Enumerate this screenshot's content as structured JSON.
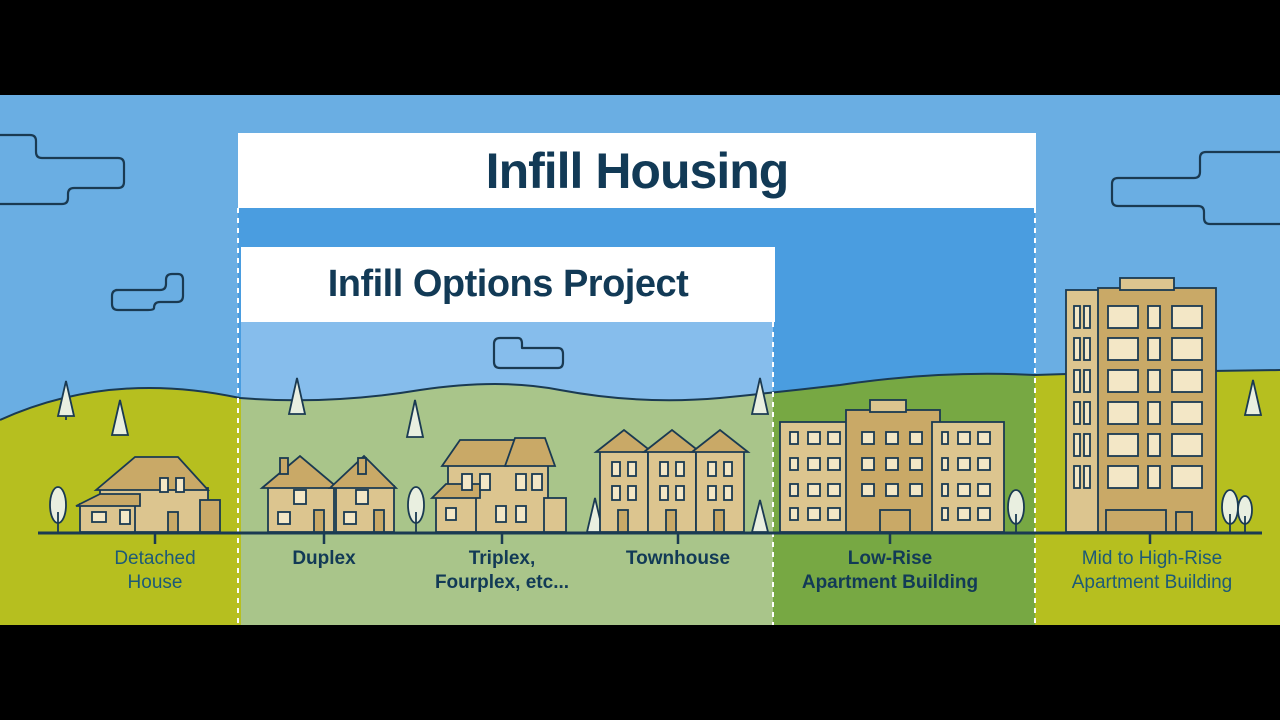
{
  "banner": {
    "main_title": "Infill Housing",
    "sub_title": "Infill Options Project"
  },
  "categories": [
    {
      "id": "detached",
      "line1": "Detached",
      "line2": "House"
    },
    {
      "id": "duplex",
      "line1": "Duplex",
      "line2": ""
    },
    {
      "id": "triplex",
      "line1": "Triplex,",
      "line2": "Fourplex, etc..."
    },
    {
      "id": "townhouse",
      "line1": "Townhouse",
      "line2": ""
    },
    {
      "id": "lowrise",
      "line1": "Low-Rise",
      "line2": "Apartment Building"
    },
    {
      "id": "highrise",
      "line1": "Mid to High-Rise",
      "line2": "Apartment Building"
    }
  ],
  "colors": {
    "sky": "#6aaee3",
    "sky_infill": "#4a9de0",
    "sky_options": "#86bdec",
    "ground": "#b6bf1f",
    "ground_options": "#a9c58a",
    "ground_lowrise": "#77a843",
    "building": "#dcc58f",
    "building_dark": "#c9a967",
    "outline": "#1a3a52",
    "title_text": "#123a56"
  }
}
